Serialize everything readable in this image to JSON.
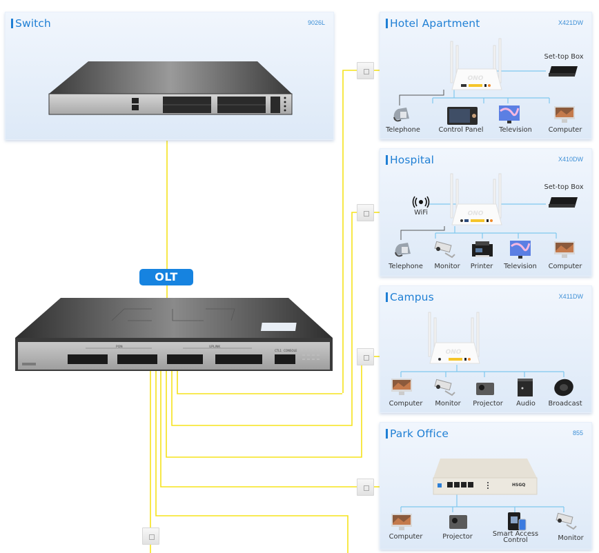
{
  "diagram": {
    "core": {
      "switch_panel": {
        "title": "Switch",
        "model": "9026L"
      },
      "olt_label": "OLT",
      "olt_port_groups": [
        "PON",
        "UPLINK"
      ],
      "olt_console_labels": [
        "CTL1",
        "CONSOLE"
      ]
    },
    "scenarios": [
      {
        "title": "Hotel Apartment",
        "model": "X421DW",
        "side_devices": [
          "Set-top Box"
        ],
        "devices": [
          "Telephone",
          "Control Panel",
          "Television",
          "Computer"
        ]
      },
      {
        "title": "Hospital",
        "model": "X410DW",
        "side_devices": [
          "WiFi",
          "Set-top Box"
        ],
        "devices": [
          "Telephone",
          "Monitor",
          "Printer",
          "Television",
          "Computer"
        ]
      },
      {
        "title": "Campus",
        "model": "X411DW",
        "side_devices": [],
        "devices": [
          "Computer",
          "Monitor",
          "Projector",
          "Audio",
          "Broadcast"
        ]
      },
      {
        "title": "Park Office",
        "model": "855",
        "side_devices": [],
        "devices": [
          "Computer",
          "Projector",
          "Smart Access Control",
          "Monitor"
        ]
      }
    ],
    "colors": {
      "fiber": "#f5e31a",
      "accent": "#1f7fd4",
      "olt_badge": "#1683e0",
      "ethernet": "#7ec8ef",
      "phone_line": "#555555"
    }
  }
}
